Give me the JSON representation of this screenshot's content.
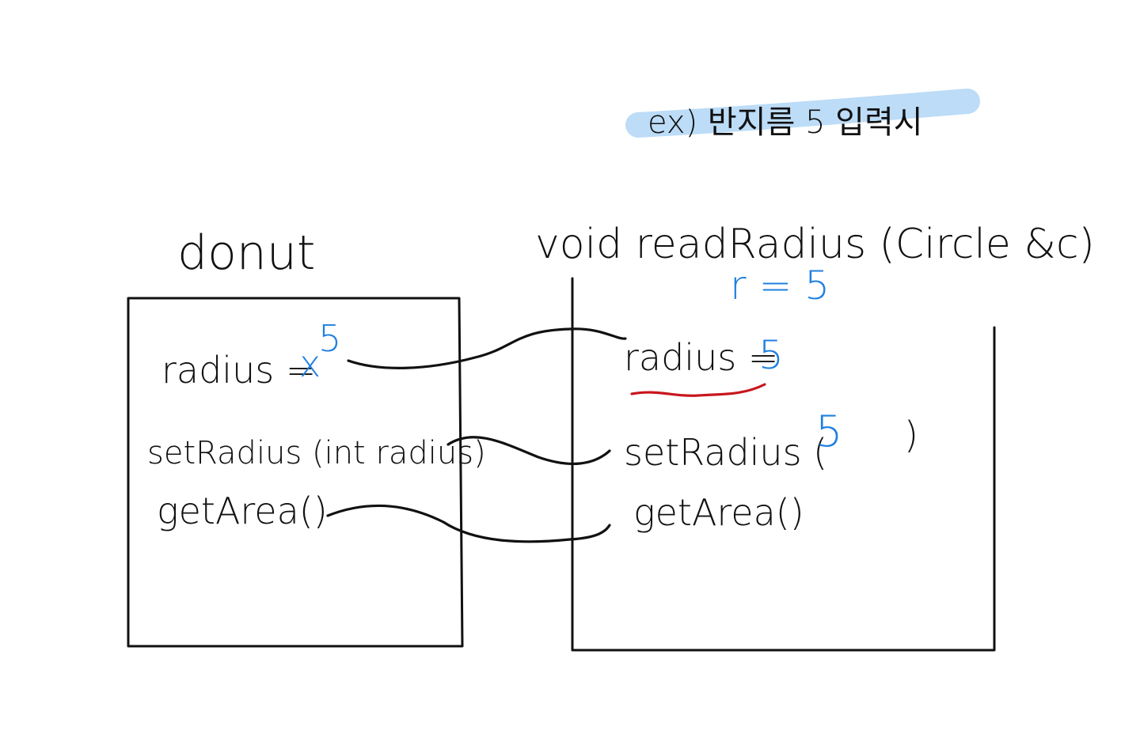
{
  "note": {
    "text": "ex) 반지름 5 입력시",
    "highlight_color": "#bcdcf7"
  },
  "left_object": {
    "title": "donut",
    "members": {
      "radius_label": "radius =",
      "radius_old_value": "x",
      "radius_new_value": "5",
      "set_radius": "setRadius (int radius)",
      "get_area": "getArea()"
    }
  },
  "right_function": {
    "signature": "void  readRadius (Circle &c)",
    "input_note": "r = 5",
    "members": {
      "radius_label": "radius =",
      "radius_value": "5",
      "set_radius_open": "setRadius (",
      "set_radius_arg": "5",
      "set_radius_close": ")",
      "get_area": "getArea()"
    }
  },
  "colors": {
    "ink": "#111111",
    "blue": "#1f7fe0",
    "red_underline": "#c8161d",
    "highlight": "#bcdcf7"
  }
}
